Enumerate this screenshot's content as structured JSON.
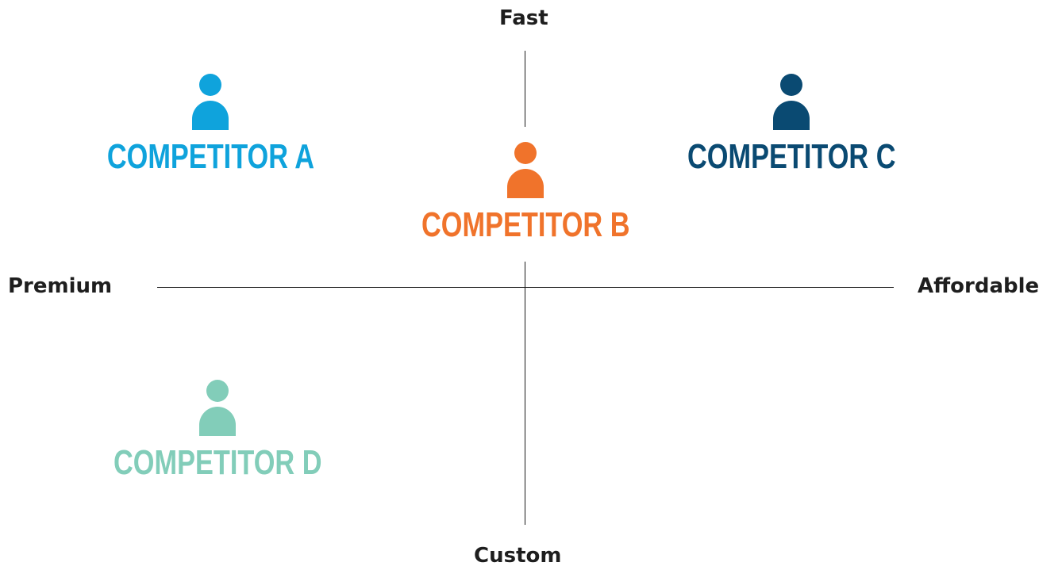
{
  "axes": {
    "top": "Fast",
    "bottom": "Custom",
    "left": "Premium",
    "right": "Affordable"
  },
  "competitors": [
    {
      "id": "a",
      "label": "COMPETITOR A",
      "color": "#0fa3dc",
      "icon": "person-icon"
    },
    {
      "id": "b",
      "label": "COMPETITOR B",
      "color": "#f0732b",
      "icon": "person-icon"
    },
    {
      "id": "c",
      "label": "COMPETITOR C",
      "color": "#0a4a72",
      "icon": "person-icon"
    },
    {
      "id": "d",
      "label": "COMPETITOR D",
      "color": "#82cdb9",
      "icon": "person-icon"
    }
  ],
  "colors": {
    "axis": "#1a1a1a",
    "text": "#1e1e1e"
  }
}
